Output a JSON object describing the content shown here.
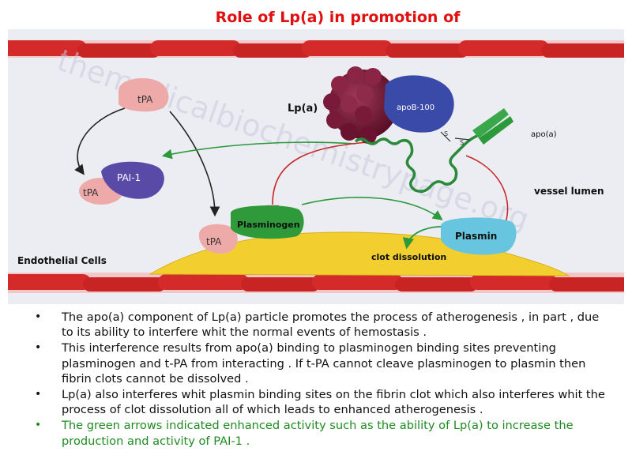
{
  "title": "Role of Lp(a) in promotion of atherogenesis",
  "diagram": {
    "labels": {
      "tpa_top": "tPA",
      "pai1": "PAI-1",
      "tpa_left": "tPA",
      "tpa_bottom": "tPA",
      "plasminogen": "Plasminogen",
      "plasmin": "Plasmin",
      "lpa": "Lp(a)",
      "apob100": "apoB-100",
      "apoa": "apo(a)",
      "ss": "S",
      "ss2": "S",
      "vessel_lumen": "vessel lumen",
      "endothelial_cells": "Endothelial Cells",
      "clot_dissolution": "clot dissolution",
      "watermark": "themedicalbiochemistrypage.org"
    },
    "colors": {
      "vessel_red": "#d42a2a",
      "green_arrow": "#2a9a3a",
      "red_inhibit": "#c62828",
      "clot_yellow": "#f2cf2e",
      "tpa_pink": "#eeaaa8",
      "pai_purple": "#5a4aa8",
      "plasminogen_green": "#2f9a3a",
      "plasmin_cyan": "#67c5df",
      "lp_maroon": "#7a1a3a",
      "apob_blue": "#3a4aa8"
    }
  },
  "bullets": [
    {
      "text": "The apo(a) component of Lp(a) particle promotes the process of atherogenesis , in part , due to its ability to interfere whit the normal events of hemostasis ."
    },
    {
      "text": "This interference results from apo(a) binding to plasminogen binding sites preventing plasminogen and t-PA from interacting . If t-PA cannot cleave plasminogen to plasmin then fibrin clots cannot be dissolved ."
    },
    {
      "text": "Lp(a) also interferes whit plasmin binding sites on the fibrin clot which also interferes whit the process of clot dissolution all of which leads to enhanced atherogenesis ."
    },
    {
      "text": "The green arrows indicated enhanced activity such as the ability of Lp(a) to increase the production and activity of PAI-1 ."
    }
  ],
  "bullet_symbol": "•"
}
